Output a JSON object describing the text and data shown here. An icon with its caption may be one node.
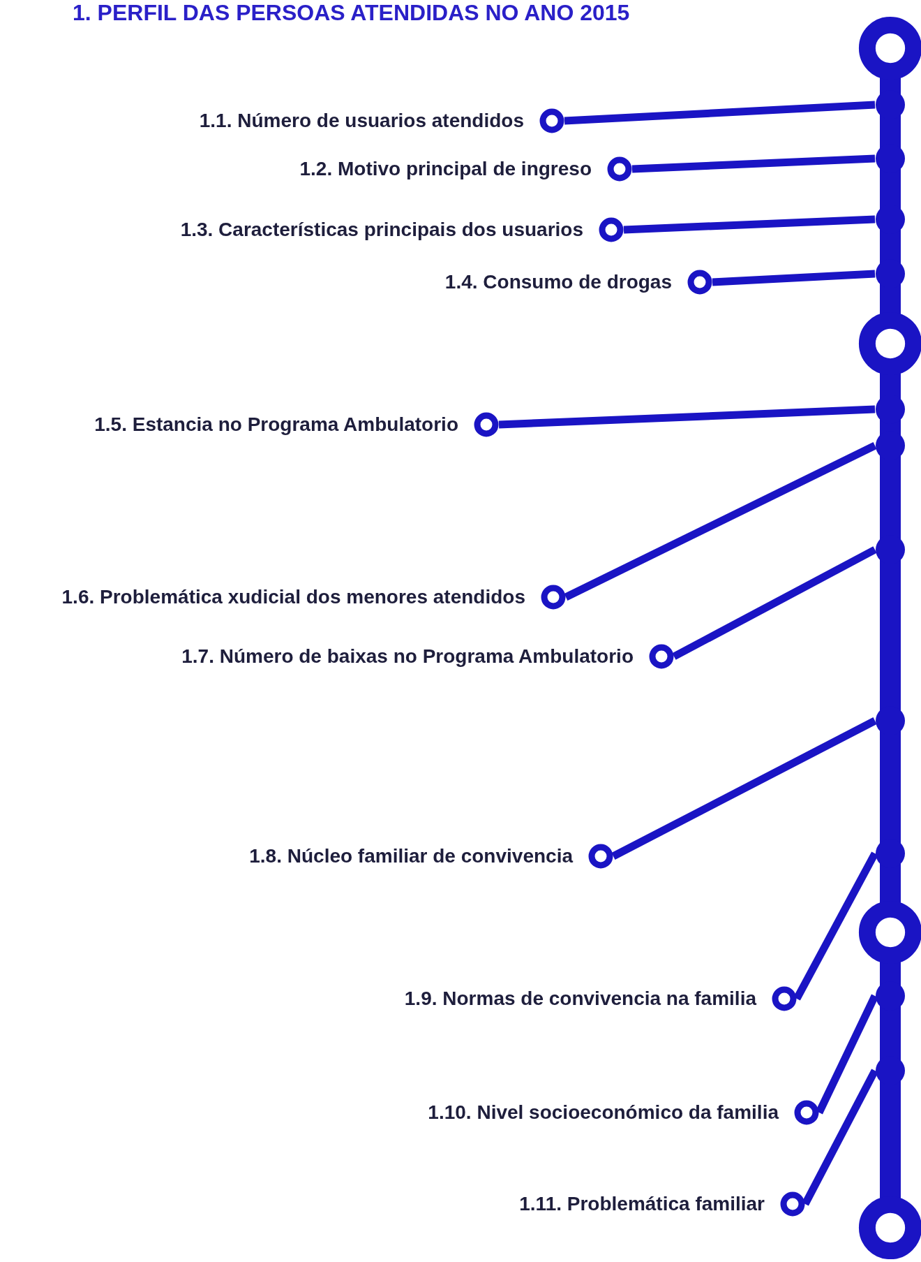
{
  "diagram": {
    "title": "1. PERFIL DAS PERSOAS ATENDIDAS NO ANO 2015",
    "nodes": [
      {
        "text": [
          "1.1. Número de usuarios atendidos"
        ]
      },
      {
        "text": [
          "1.2. Motivo principal de ingreso"
        ]
      },
      {
        "text": [
          "1.3. Características principais dos usuarios"
        ]
      },
      {
        "text": [
          "1.4. Consumo de drogas"
        ]
      },
      {
        "text": [
          "1.5. Estancia no Programa Ambulatorio"
        ]
      },
      {
        "text": [
          "1.6. Problemática xudicial dos menores atendidos"
        ]
      },
      {
        "text": [
          "1.7. Número de baixas no Programa Ambulatorio"
        ]
      },
      {
        "text": [
          "1.8. Núcleo familiar de convivencia"
        ]
      },
      {
        "text": [
          "1.9. Normas de convivencia na familia"
        ]
      },
      {
        "text": [
          "1.10. Nivel socioeconómico da familia"
        ]
      },
      {
        "text": [
          "1.11. Problemática familiar"
        ]
      },
      {
        "text": [],
        "shape": "bar"
      }
    ],
    "edges": [
      {
        "from": 0,
        "to": 11,
        "arrow": "none"
      },
      {
        "from": 1,
        "to": 11,
        "arrow": "none"
      },
      {
        "from": 2,
        "to": 11,
        "arrow": "none"
      },
      {
        "from": 3,
        "to": 11,
        "arrow": "none"
      },
      {
        "from": 4,
        "to": 11,
        "arrow": "none"
      },
      {
        "from": 5,
        "to": 11,
        "arrow": "none"
      },
      {
        "from": 6,
        "to": 11,
        "arrow": "none"
      },
      {
        "from": 7,
        "to": 11,
        "arrow": "none"
      },
      {
        "from": 8,
        "to": 11,
        "arrow": "none"
      },
      {
        "from": 9,
        "to": 11,
        "arrow": "none"
      },
      {
        "from": 10,
        "to": 11,
        "arrow": "none"
      }
    ]
  }
}
